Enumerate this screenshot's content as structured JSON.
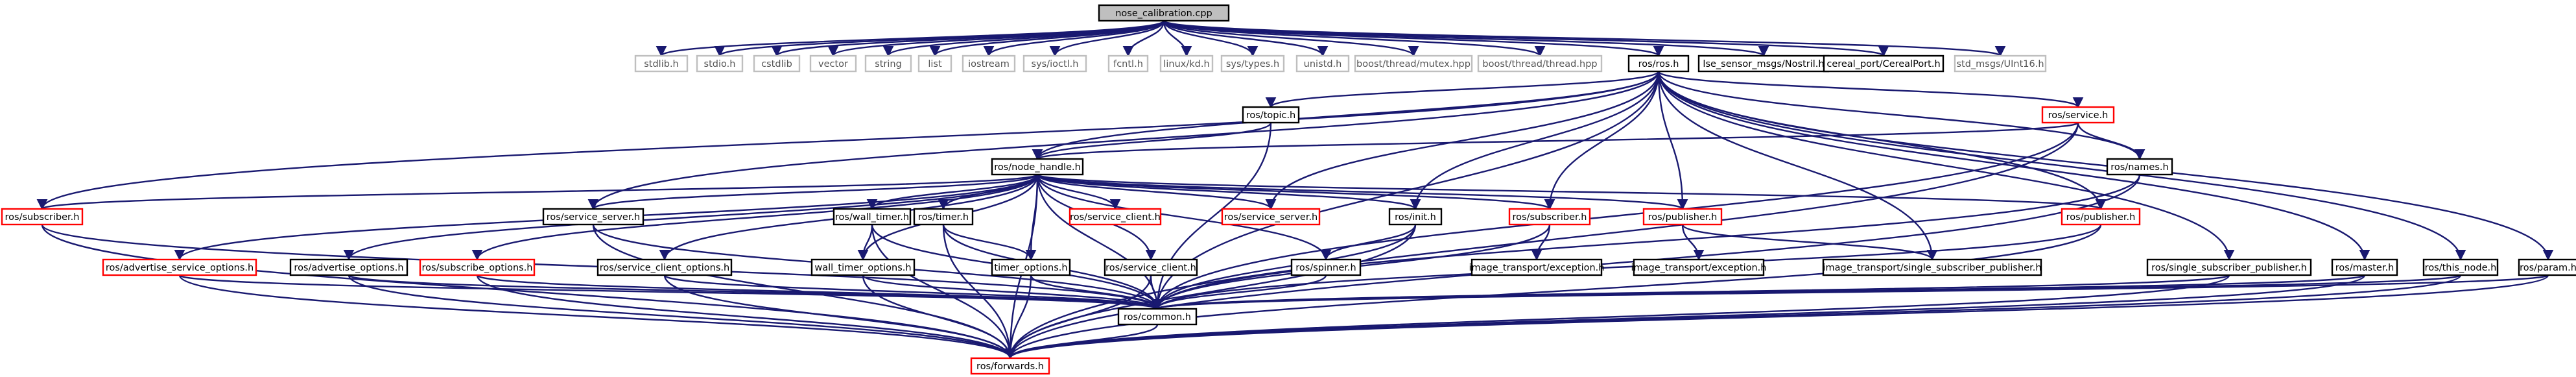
{
  "graph": {
    "colors": {
      "edge": "#191970",
      "normal_border": "#000000",
      "missing_border": "#bfbfbf",
      "missing_text": "#555555",
      "linked_red_border": "#ff0000",
      "linked_text": "#000000",
      "root_fill": "#bfbfbf",
      "box_fill": "#ffffff"
    },
    "nodes": [
      {
        "id": "nose_calibration",
        "label": "nose_calibration.cpp",
        "style": "root"
      },
      {
        "id": "stdlib_h",
        "label": "stdlib.h",
        "style": "missing"
      },
      {
        "id": "stdio_h",
        "label": "stdio.h",
        "style": "missing"
      },
      {
        "id": "cstdlib",
        "label": "cstdlib",
        "style": "missing"
      },
      {
        "id": "vector",
        "label": "vector",
        "style": "missing"
      },
      {
        "id": "string",
        "label": "string",
        "style": "missing"
      },
      {
        "id": "list",
        "label": "list",
        "style": "missing"
      },
      {
        "id": "iostream",
        "label": "iostream",
        "style": "missing"
      },
      {
        "id": "sys_ioctl",
        "label": "sys/ioctl.h",
        "style": "missing"
      },
      {
        "id": "fcntl",
        "label": "fcntl.h",
        "style": "missing"
      },
      {
        "id": "linux_kd",
        "label": "linux/kd.h",
        "style": "missing"
      },
      {
        "id": "sys_types",
        "label": "sys/types.h",
        "style": "missing"
      },
      {
        "id": "unistd",
        "label": "unistd.h",
        "style": "missing"
      },
      {
        "id": "boost_mutex",
        "label": "boost/thread/mutex.hpp",
        "style": "missing"
      },
      {
        "id": "boost_thread",
        "label": "boost/thread/thread.hpp",
        "style": "missing"
      },
      {
        "id": "ros_ros",
        "label": "ros/ros.h",
        "style": "normal"
      },
      {
        "id": "lse_nostril",
        "label": "lse_sensor_msgs/Nostril.h",
        "style": "normal"
      },
      {
        "id": "cereal",
        "label": "cereal_port/CerealPort.h",
        "style": "normal"
      },
      {
        "id": "std_uint16",
        "label": "std_msgs/UInt16.h",
        "style": "missing"
      },
      {
        "id": "ros_topic",
        "label": "ros/topic.h",
        "style": "normal"
      },
      {
        "id": "ros_service",
        "label": "ros/service.h",
        "style": "red"
      },
      {
        "id": "ros_node_handle",
        "label": "ros/node_handle.h",
        "style": "normal"
      },
      {
        "id": "ros_names",
        "label": "ros/names.h",
        "style": "normal"
      },
      {
        "id": "ros_subscriber_l",
        "label": "ros/subscriber.h",
        "style": "red"
      },
      {
        "id": "ros_service_server_l",
        "label": "ros/service_server.h",
        "style": "normal"
      },
      {
        "id": "ros_wall_timer",
        "label": "ros/wall_timer.h",
        "style": "normal"
      },
      {
        "id": "ros_timer",
        "label": "ros/timer.h",
        "style": "normal"
      },
      {
        "id": "ros_service_client_r",
        "label": "ros/service_client.h",
        "style": "red"
      },
      {
        "id": "ros_service_server_r",
        "label": "ros/service_server.h",
        "style": "red"
      },
      {
        "id": "ros_init",
        "label": "ros/init.h",
        "style": "normal"
      },
      {
        "id": "ros_subscriber_m",
        "label": "ros/subscriber.h",
        "style": "red"
      },
      {
        "id": "ros_publisher_m",
        "label": "ros/publisher.h",
        "style": "red"
      },
      {
        "id": "ros_publisher_r",
        "label": "ros/publisher.h",
        "style": "red"
      },
      {
        "id": "ros_adv_service_opts",
        "label": "ros/advertise_service_options.h",
        "style": "red"
      },
      {
        "id": "ros_adv_opts",
        "label": "ros/advertise_options.h",
        "style": "normal"
      },
      {
        "id": "ros_sub_opts",
        "label": "ros/subscribe_options.h",
        "style": "red"
      },
      {
        "id": "ros_service_client_opts",
        "label": "ros/service_client_options.h",
        "style": "normal"
      },
      {
        "id": "ros_wall_timer_opts",
        "label": "wall_timer_options.h",
        "style": "normal"
      },
      {
        "id": "ros_timer_opts",
        "label": "timer_options.h",
        "style": "normal"
      },
      {
        "id": "ros_service_client_b",
        "label": "ros/service_client.h",
        "style": "normal"
      },
      {
        "id": "ros_spinner",
        "label": "ros/spinner.h",
        "style": "normal"
      },
      {
        "id": "it_exception_1",
        "label": "image_transport/exception.h",
        "style": "normal"
      },
      {
        "id": "it_exception_2",
        "label": "image_transport/exception.h",
        "style": "normal"
      },
      {
        "id": "it_single_sub_pub_1",
        "label": "image_transport/single_subscriber_publisher.h",
        "style": "normal"
      },
      {
        "id": "ros_single_sub_pub",
        "label": "ros/single_subscriber_publisher.h",
        "style": "normal"
      },
      {
        "id": "ros_master",
        "label": "ros/master.h",
        "style": "normal"
      },
      {
        "id": "ros_this_node",
        "label": "ros/this_node.h",
        "style": "normal"
      },
      {
        "id": "ros_param",
        "label": "ros/param.h",
        "style": "normal"
      },
      {
        "id": "ros_common",
        "label": "ros/common.h",
        "style": "normal"
      },
      {
        "id": "ros_forwards",
        "label": "ros/forwards.h",
        "style": "red"
      }
    ],
    "edges": [
      [
        "nose_calibration",
        "stdlib_h"
      ],
      [
        "nose_calibration",
        "stdio_h"
      ],
      [
        "nose_calibration",
        "cstdlib"
      ],
      [
        "nose_calibration",
        "vector"
      ],
      [
        "nose_calibration",
        "string"
      ],
      [
        "nose_calibration",
        "list"
      ],
      [
        "nose_calibration",
        "iostream"
      ],
      [
        "nose_calibration",
        "sys_ioctl"
      ],
      [
        "nose_calibration",
        "fcntl"
      ],
      [
        "nose_calibration",
        "linux_kd"
      ],
      [
        "nose_calibration",
        "sys_types"
      ],
      [
        "nose_calibration",
        "unistd"
      ],
      [
        "nose_calibration",
        "boost_mutex"
      ],
      [
        "nose_calibration",
        "boost_thread"
      ],
      [
        "nose_calibration",
        "ros_ros"
      ],
      [
        "nose_calibration",
        "lse_nostril"
      ],
      [
        "nose_calibration",
        "cereal"
      ],
      [
        "nose_calibration",
        "std_uint16"
      ],
      [
        "ros_ros",
        "ros_topic"
      ],
      [
        "ros_ros",
        "ros_service"
      ],
      [
        "ros_ros",
        "ros_node_handle"
      ],
      [
        "ros_ros",
        "ros_names"
      ],
      [
        "ros_ros",
        "ros_subscriber_l"
      ],
      [
        "ros_ros",
        "ros_service_server_l"
      ],
      [
        "ros_ros",
        "ros_service_server_r"
      ],
      [
        "ros_ros",
        "ros_init"
      ],
      [
        "ros_ros",
        "ros_subscriber_m"
      ],
      [
        "ros_ros",
        "ros_publisher_m"
      ],
      [
        "ros_ros",
        "ros_publisher_r"
      ],
      [
        "ros_ros",
        "it_single_sub_pub_1"
      ],
      [
        "ros_ros",
        "ros_single_sub_pub"
      ],
      [
        "ros_ros",
        "ros_master"
      ],
      [
        "ros_ros",
        "ros_this_node"
      ],
      [
        "ros_ros",
        "ros_param"
      ],
      [
        "ros_ros",
        "ros_common"
      ],
      [
        "ros_topic",
        "ros_node_handle"
      ],
      [
        "ros_topic",
        "ros_common"
      ],
      [
        "ros_service",
        "ros_node_handle"
      ],
      [
        "ros_service",
        "ros_names"
      ],
      [
        "ros_service",
        "ros_common"
      ],
      [
        "ros_service",
        "ros_forwards"
      ],
      [
        "ros_node_handle",
        "ros_subscriber_l"
      ],
      [
        "ros_node_handle",
        "ros_service_server_l"
      ],
      [
        "ros_node_handle",
        "ros_wall_timer"
      ],
      [
        "ros_node_handle",
        "ros_timer"
      ],
      [
        "ros_node_handle",
        "ros_service_client_r"
      ],
      [
        "ros_node_handle",
        "ros_service_server_r"
      ],
      [
        "ros_node_handle",
        "ros_init"
      ],
      [
        "ros_node_handle",
        "ros_subscriber_m"
      ],
      [
        "ros_node_handle",
        "ros_publisher_m"
      ],
      [
        "ros_node_handle",
        "ros_publisher_r"
      ],
      [
        "ros_node_handle",
        "ros_adv_service_opts"
      ],
      [
        "ros_node_handle",
        "ros_adv_opts"
      ],
      [
        "ros_node_handle",
        "ros_sub_opts"
      ],
      [
        "ros_node_handle",
        "ros_service_client_opts"
      ],
      [
        "ros_node_handle",
        "ros_wall_timer_opts"
      ],
      [
        "ros_node_handle",
        "ros_timer_opts"
      ],
      [
        "ros_node_handle",
        "ros_service_client_b"
      ],
      [
        "ros_node_handle",
        "ros_spinner"
      ],
      [
        "ros_node_handle",
        "ros_common"
      ],
      [
        "ros_node_handle",
        "ros_forwards"
      ],
      [
        "ros_names",
        "ros_common"
      ],
      [
        "ros_names",
        "ros_forwards"
      ],
      [
        "ros_subscriber_l",
        "ros_common"
      ],
      [
        "ros_subscriber_l",
        "ros_forwards"
      ],
      [
        "ros_service_server_l",
        "ros_common"
      ],
      [
        "ros_service_server_l",
        "ros_forwards"
      ],
      [
        "ros_wall_timer",
        "ros_wall_timer_opts"
      ],
      [
        "ros_wall_timer",
        "ros_common"
      ],
      [
        "ros_wall_timer",
        "ros_forwards"
      ],
      [
        "ros_timer",
        "ros_timer_opts"
      ],
      [
        "ros_timer",
        "ros_common"
      ],
      [
        "ros_timer",
        "ros_forwards"
      ],
      [
        "ros_init",
        "ros_spinner"
      ],
      [
        "ros_init",
        "ros_common"
      ],
      [
        "ros_init",
        "ros_forwards"
      ],
      [
        "ros_subscriber_m",
        "it_exception_1"
      ],
      [
        "ros_subscriber_m",
        "ros_common"
      ],
      [
        "ros_publisher_m",
        "it_exception_2"
      ],
      [
        "ros_publisher_m",
        "it_single_sub_pub_1"
      ],
      [
        "ros_publisher_r",
        "ros_common"
      ],
      [
        "ros_publisher_r",
        "ros_forwards"
      ],
      [
        "ros_adv_service_opts",
        "ros_common"
      ],
      [
        "ros_adv_service_opts",
        "ros_forwards"
      ],
      [
        "ros_adv_opts",
        "ros_common"
      ],
      [
        "ros_adv_opts",
        "ros_forwards"
      ],
      [
        "ros_sub_opts",
        "ros_common"
      ],
      [
        "ros_sub_opts",
        "ros_forwards"
      ],
      [
        "ros_service_client_opts",
        "ros_common"
      ],
      [
        "ros_service_client_opts",
        "ros_forwards"
      ],
      [
        "ros_wall_timer_opts",
        "ros_common"
      ],
      [
        "ros_wall_timer_opts",
        "ros_forwards"
      ],
      [
        "ros_timer_opts",
        "ros_common"
      ],
      [
        "ros_timer_opts",
        "ros_forwards"
      ],
      [
        "ros_service_client_b",
        "ros_common"
      ],
      [
        "ros_service_client_b",
        "ros_forwards"
      ],
      [
        "ros_spinner",
        "ros_common"
      ],
      [
        "ros_single_sub_pub",
        "ros_common"
      ],
      [
        "ros_single_sub_pub",
        "ros_forwards"
      ],
      [
        "ros_master",
        "ros_common"
      ],
      [
        "ros_master",
        "ros_forwards"
      ],
      [
        "ros_this_node",
        "ros_common"
      ],
      [
        "ros_this_node",
        "ros_forwards"
      ],
      [
        "ros_param",
        "ros_common"
      ],
      [
        "ros_param",
        "ros_forwards"
      ],
      [
        "ros_common",
        "ros_forwards"
      ]
    ]
  }
}
